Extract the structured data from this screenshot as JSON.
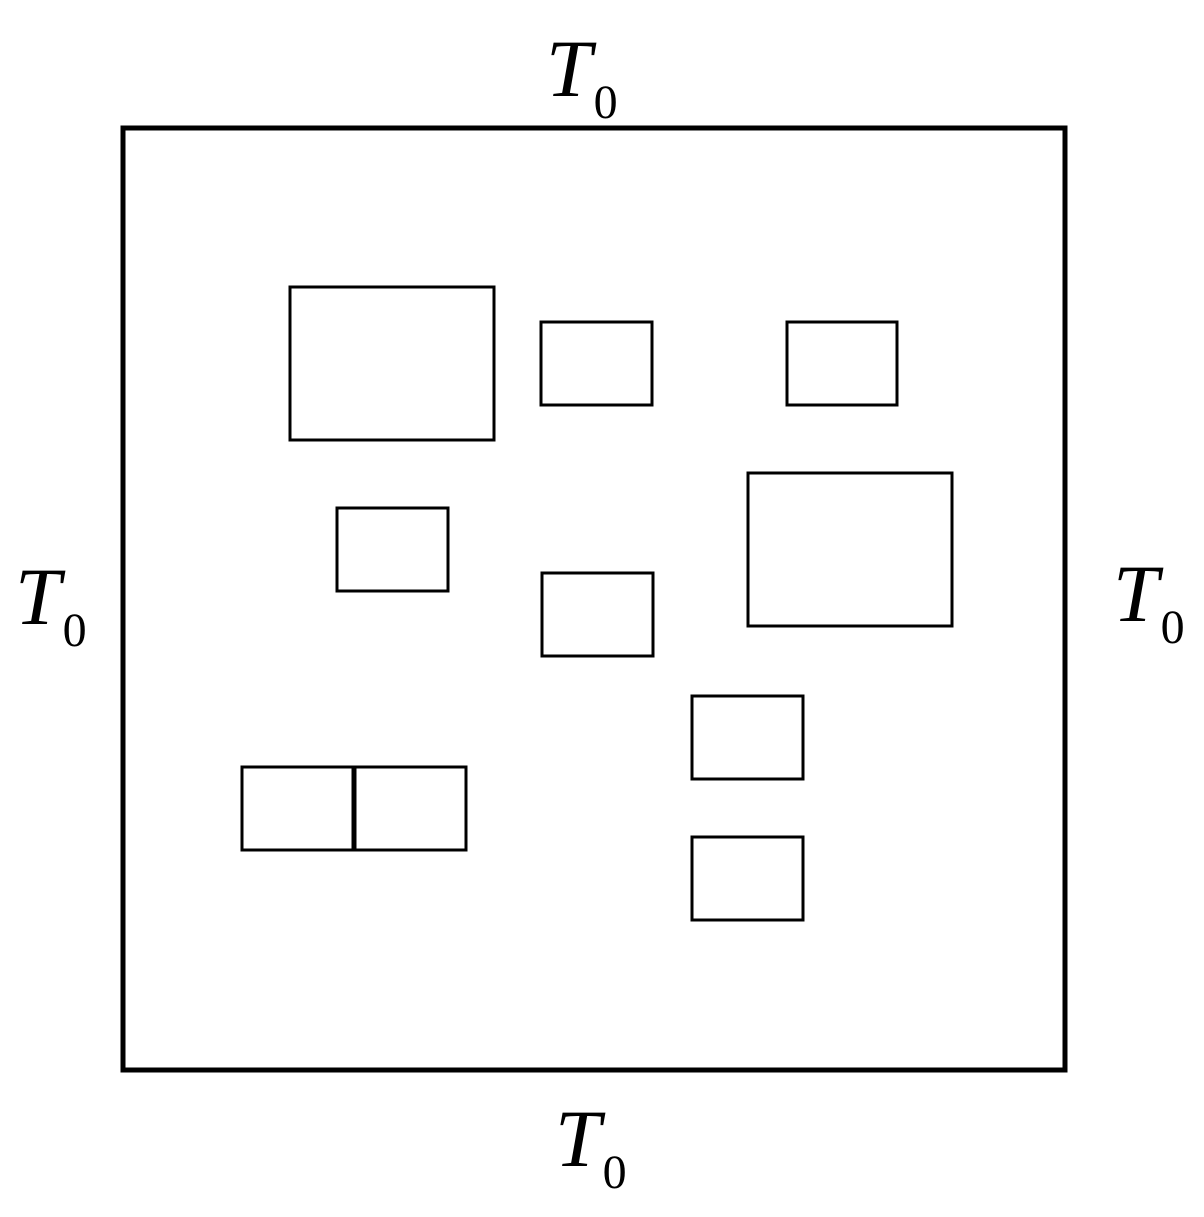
{
  "diagram": {
    "boundary_labels": {
      "top": {
        "symbol": "T",
        "subscript": "0"
      },
      "bottom": {
        "symbol": "T",
        "subscript": "0"
      },
      "left": {
        "symbol": "T",
        "subscript": "0"
      },
      "right": {
        "symbol": "T",
        "subscript": "0"
      }
    },
    "colors": {
      "stroke": "#000000",
      "background": "#ffffff"
    }
  }
}
